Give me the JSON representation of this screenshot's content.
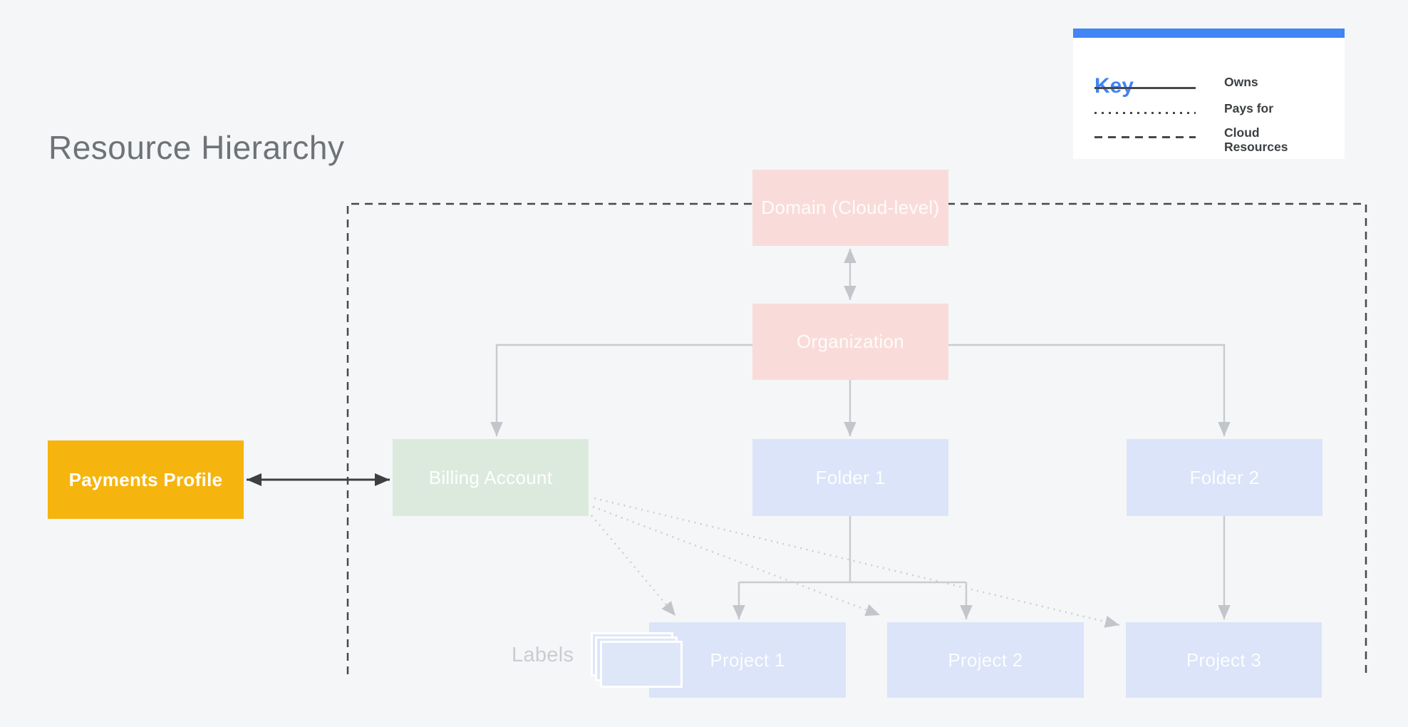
{
  "page": {
    "title": "Resource Hierarchy",
    "background_color": "#f5f6f8"
  },
  "legend": {
    "title": "Key",
    "accent_color": "#4285F4",
    "items": [
      {
        "line_style": "solid",
        "label": "Owns"
      },
      {
        "line_style": "dotted",
        "label": "Pays for"
      },
      {
        "line_style": "dashed",
        "label": "Cloud Resources"
      }
    ]
  },
  "nodes": {
    "domain": {
      "label": "Domain (Cloud-level)",
      "color": "#f9dcd9"
    },
    "organization": {
      "label": "Organization",
      "color": "#f9dcd9"
    },
    "billing_account": {
      "label": "Billing Account",
      "color": "#dceade"
    },
    "folder_1": {
      "label": "Folder 1",
      "color": "#dbe4f8"
    },
    "folder_2": {
      "label": "Folder 2",
      "color": "#dbe4f8"
    },
    "project_1": {
      "label": "Project 1",
      "color": "#dbe4f8"
    },
    "project_2": {
      "label": "Project 2",
      "color": "#dbe4f8"
    },
    "project_3": {
      "label": "Project 3",
      "color": "#dbe4f8"
    }
  },
  "payments_profile": {
    "label": "Payments Profile",
    "color": "#F6B40E"
  },
  "annotations": {
    "labels_caption": "Labels",
    "labels_icon": "stacked-cards-icon",
    "cloud_boundary": "dashed rectangle around cloud resources"
  },
  "edges": [
    {
      "from": "domain",
      "to": "organization",
      "type": "owns",
      "bidirectional": true
    },
    {
      "from": "organization",
      "to": "billing_account",
      "type": "owns"
    },
    {
      "from": "organization",
      "to": "folder_1",
      "type": "owns"
    },
    {
      "from": "organization",
      "to": "folder_2",
      "type": "owns"
    },
    {
      "from": "folder_1",
      "to": "project_1",
      "type": "owns"
    },
    {
      "from": "folder_1",
      "to": "project_2",
      "type": "owns"
    },
    {
      "from": "folder_2",
      "to": "project_3",
      "type": "owns"
    },
    {
      "from": "billing_account",
      "to": "project_1",
      "type": "pays_for"
    },
    {
      "from": "billing_account",
      "to": "project_2",
      "type": "pays_for"
    },
    {
      "from": "billing_account",
      "to": "project_3",
      "type": "pays_for"
    },
    {
      "from": "payments_profile",
      "to": "billing_account",
      "type": "linked",
      "bidirectional": true
    }
  ]
}
